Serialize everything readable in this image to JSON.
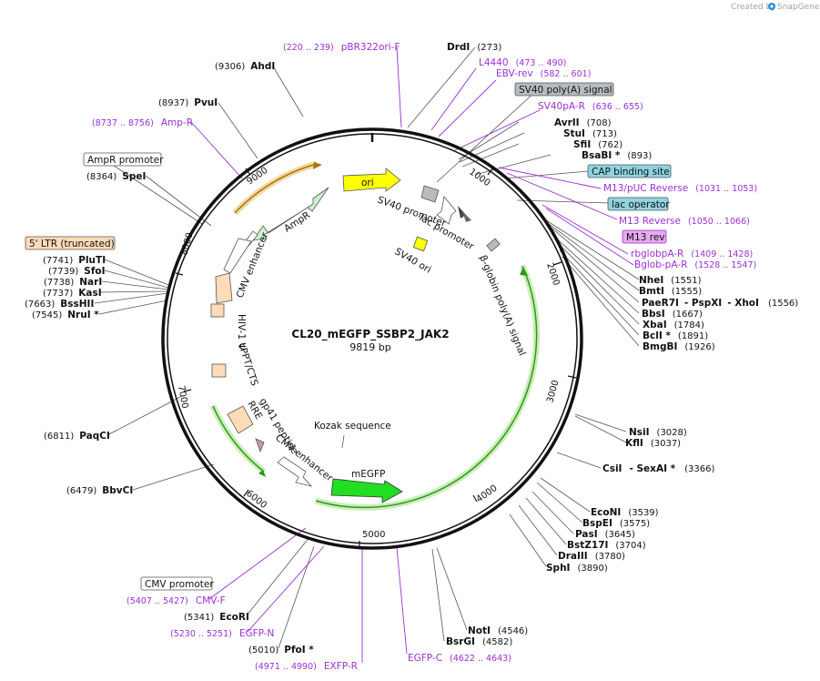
{
  "header": {
    "created_by": "Created by",
    "brand": "SnapGene"
  },
  "plasmid": {
    "name": "CL20_mEGFP_SSBP2_JAK2",
    "length": "9819 bp"
  },
  "ticks": [
    "1000",
    "2000",
    "3000",
    "4000",
    "5000",
    "6000",
    "7000",
    "8000",
    "9000"
  ],
  "enzymes_top": [
    {
      "name": "AhdI",
      "pos": "(9306)"
    },
    {
      "name": "DrdI",
      "pos": "(273)"
    },
    {
      "name": "PvuI",
      "pos": "(8937)"
    },
    {
      "name": "SpeI",
      "pos": "(8364)"
    }
  ],
  "enzymes_right": [
    {
      "name": "AvrII",
      "pos": "(708)"
    },
    {
      "name": "StuI",
      "pos": "(713)"
    },
    {
      "name": "SfiI",
      "pos": "(762)"
    },
    {
      "name": "BsaBI *",
      "pos": "(893)"
    },
    {
      "name": "NheI",
      "pos": "(1551)"
    },
    {
      "name": "BmtI",
      "pos": "(1555)"
    },
    {
      "name": "PaeR7I",
      "pos": ""
    },
    {
      "name": "- PspXI",
      "pos": ""
    },
    {
      "name": "- XhoI",
      "pos": "(1556)"
    },
    {
      "name": "BbsI",
      "pos": "(1667)"
    },
    {
      "name": "XbaI",
      "pos": "(1784)"
    },
    {
      "name": "BclI *",
      "pos": "(1891)"
    },
    {
      "name": "BmgBI",
      "pos": "(1926)"
    },
    {
      "name": "NsiI",
      "pos": "(3028)"
    },
    {
      "name": "KflI",
      "pos": "(3037)"
    },
    {
      "name": "CsiI",
      "pos": ""
    },
    {
      "name": "- SexAI *",
      "pos": "(3366)"
    },
    {
      "name": "EcoNI",
      "pos": "(3539)"
    },
    {
      "name": "BspEI",
      "pos": "(3575)"
    },
    {
      "name": "PasI",
      "pos": "(3645)"
    },
    {
      "name": "BstZ17I",
      "pos": "(3704)"
    },
    {
      "name": "DraIII",
      "pos": "(3780)"
    },
    {
      "name": "SphI",
      "pos": "(3890)"
    }
  ],
  "enzymes_left": [
    {
      "name": "PluTI",
      "pos": "(7741)"
    },
    {
      "name": "SfoI",
      "pos": "(7739)"
    },
    {
      "name": "NarI",
      "pos": "(7738)"
    },
    {
      "name": "KasI",
      "pos": "(7737)"
    },
    {
      "name": "BssHII",
      "pos": "(7663)"
    },
    {
      "name": "NruI *",
      "pos": "(7545)"
    },
    {
      "name": "PaqCI",
      "pos": "(6811)"
    },
    {
      "name": "BbvCI",
      "pos": "(6479)"
    }
  ],
  "enzymes_bottom": [
    {
      "name": "EcoRI",
      "pos": "(5341)"
    },
    {
      "name": "PfoI *",
      "pos": "(5010)"
    },
    {
      "name": "NotI",
      "pos": "(4546)"
    },
    {
      "name": "BsrGI",
      "pos": "(4582)"
    }
  ],
  "primers": [
    {
      "name": "pBR322ori-F",
      "pos": "(220 .. 239)"
    },
    {
      "name": "L4440",
      "pos": "(473 .. 490)"
    },
    {
      "name": "EBV-rev",
      "pos": "(582 .. 601)"
    },
    {
      "name": "SV40pA-R",
      "pos": "(636 .. 655)"
    },
    {
      "name": "M13/pUC Reverse",
      "pos": "(1031 .. 1053)"
    },
    {
      "name": "M13 Reverse",
      "pos": "(1050 .. 1066)"
    },
    {
      "name": "rbglobpA-R",
      "pos": "(1409 .. 1428)"
    },
    {
      "name": "Bglob-pA-R",
      "pos": "(1528 .. 1547)"
    },
    {
      "name": "Amp-R",
      "pos": "(8737 .. 8756)"
    },
    {
      "name": "CMV-F",
      "pos": "(5407 .. 5427)"
    },
    {
      "name": "EGFP-N",
      "pos": "(5230 .. 5251)"
    },
    {
      "name": "EXFP-R",
      "pos": "(4971 .. 4990)"
    },
    {
      "name": "EGFP-C",
      "pos": "(4622 .. 4643)"
    }
  ],
  "boxed_features": [
    {
      "name": "SV40 poly(A) signal"
    },
    {
      "name": "CAP binding site"
    },
    {
      "name": "lac operator"
    },
    {
      "name": "M13 rev"
    },
    {
      "name": "AmpR promoter"
    },
    {
      "name": "5' LTR (truncated)"
    },
    {
      "name": "CMV promoter"
    }
  ],
  "inner_features": [
    {
      "name": "ori"
    },
    {
      "name": "AmpR"
    },
    {
      "name": "CMV enhancer"
    },
    {
      "name": "SV40 promoter"
    },
    {
      "name": "lac promoter"
    },
    {
      "name": "SV40 ori"
    },
    {
      "name": "β-globin poly(A) signal"
    },
    {
      "name": "HIV-1 Ψ"
    },
    {
      "name": "cPPT/CTS"
    },
    {
      "name": "gp41 peptide"
    },
    {
      "name": "RRE"
    },
    {
      "name": "CMV enhancer"
    },
    {
      "name": "Kozak sequence"
    },
    {
      "name": "mEGFP"
    }
  ],
  "colors": {
    "primer": "#9b2fd1",
    "ori": "#ffff00",
    "ampR": "#ccf0cc",
    "mEGFP": "#22dd22",
    "ltr": "#ffdcb8",
    "snapgene": "#2b8fd8",
    "cap": "#8fd3e0",
    "m13rev": "#e8a8f0",
    "gray": "#b8bcc0",
    "green_glow": "#b6e69a",
    "orange_glow": "#e8c070"
  }
}
